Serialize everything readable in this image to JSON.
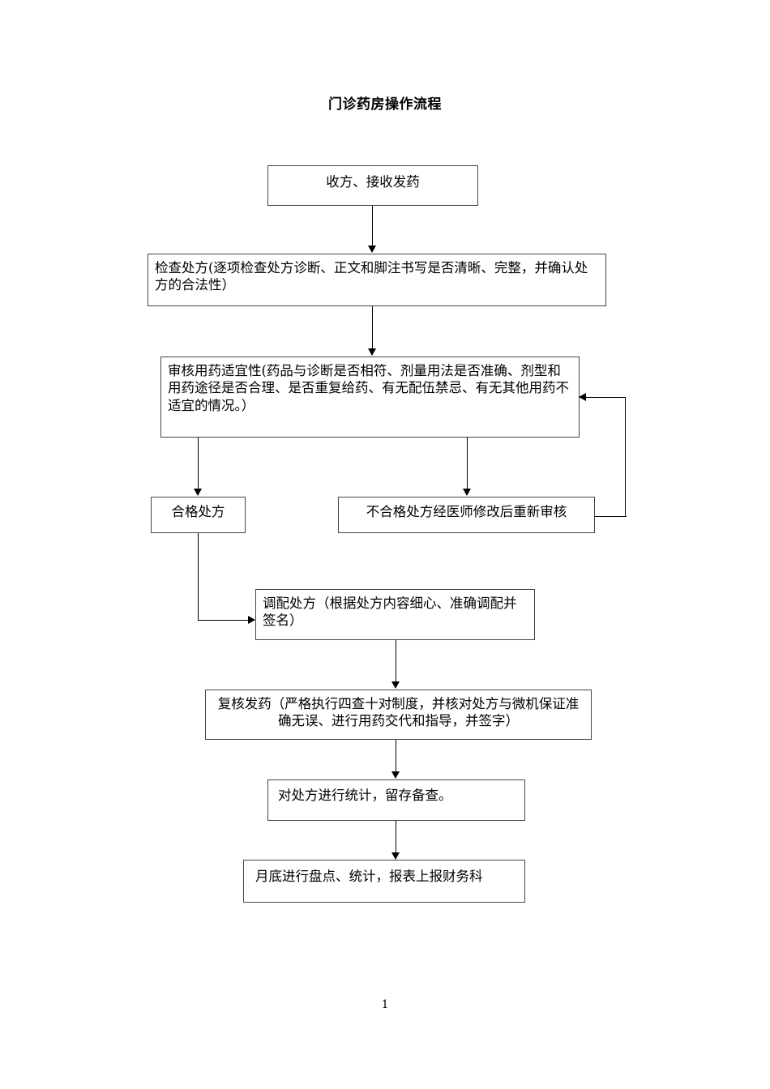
{
  "document": {
    "title": "门诊药房操作流程",
    "page_number": "1"
  },
  "chart_data": {
    "type": "diagram",
    "title": "门诊药房操作流程",
    "orientation": "top-to-bottom",
    "nodes": [
      {
        "id": "n1",
        "label": "收方、接收发药"
      },
      {
        "id": "n2",
        "label": "检查处方(逐项检查处方诊断、正文和脚注书写是否清晰、完整，并确认处方的合法性）"
      },
      {
        "id": "n3",
        "label": "审核用药适宜性(药品与诊断是否相符、剂量用法是否准确、剂型和用药途径是否合理、是否重复给药、有无配伍禁忌、有无其他用药不适宜的情况。）"
      },
      {
        "id": "n4",
        "label": "合格处方"
      },
      {
        "id": "n5",
        "label": "不合格处方经医师修改后重新审核"
      },
      {
        "id": "n6",
        "label": "调配处方（根据处方内容细心、准确调配并签名）"
      },
      {
        "id": "n7",
        "label": "复核发药（严格执行四查十对制度，并核对处方与微机保证准确无误、进行用药交代和指导，并签字）"
      },
      {
        "id": "n8",
        "label": "对处方进行统计，留存备查。"
      },
      {
        "id": "n9",
        "label": "月底进行盘点、统计，报表上报财务科"
      }
    ],
    "edges": [
      {
        "from": "n1",
        "to": "n2",
        "style": "straight-down"
      },
      {
        "from": "n2",
        "to": "n3",
        "style": "straight-down"
      },
      {
        "from": "n3",
        "to": "n4",
        "style": "branch-down-left"
      },
      {
        "from": "n3",
        "to": "n5",
        "style": "branch-down-right"
      },
      {
        "from": "n4",
        "to": "n6",
        "style": "elbow-down-right"
      },
      {
        "from": "n5",
        "to": "n3",
        "style": "loop-back-right"
      },
      {
        "from": "n6",
        "to": "n7",
        "style": "straight-down"
      },
      {
        "from": "n7",
        "to": "n8",
        "style": "straight-down"
      },
      {
        "from": "n8",
        "to": "n9",
        "style": "straight-down"
      }
    ]
  }
}
